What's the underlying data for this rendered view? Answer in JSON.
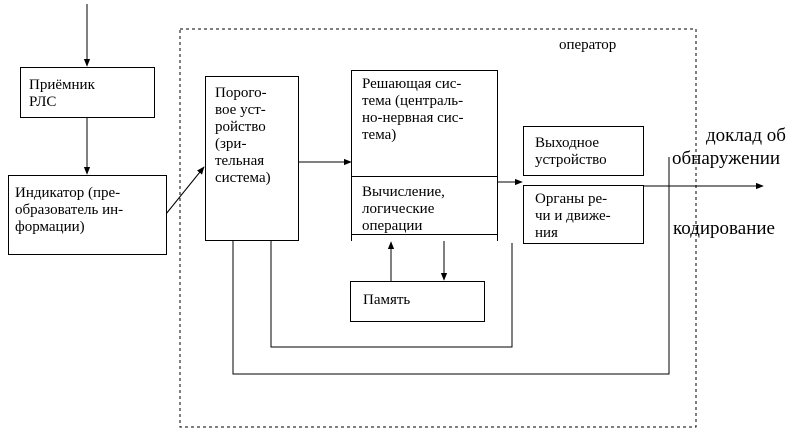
{
  "operator_label": "оператор",
  "blocks": {
    "receiver": "Приёмник\nРЛС",
    "indicator": "Индикатор (пре-\nобразователь ин-\nформации)",
    "threshold": "Порого-\nвое уст-\nройство\n(зри-\nтельная\nсистема)",
    "decision_top": "Решающая сис-\nтема (централь-\nно-нервная сис-\nтема)",
    "decision_bottom": "Вычисление,\nлогические\nоперации",
    "memory": "Память",
    "output": "Выходное\nустройство",
    "organs": "Органы ре-\nчи и движе-\nния"
  },
  "outputs": {
    "report_line1": "доклад об",
    "report_line2": "обнаружении",
    "coding": "кодирование"
  }
}
